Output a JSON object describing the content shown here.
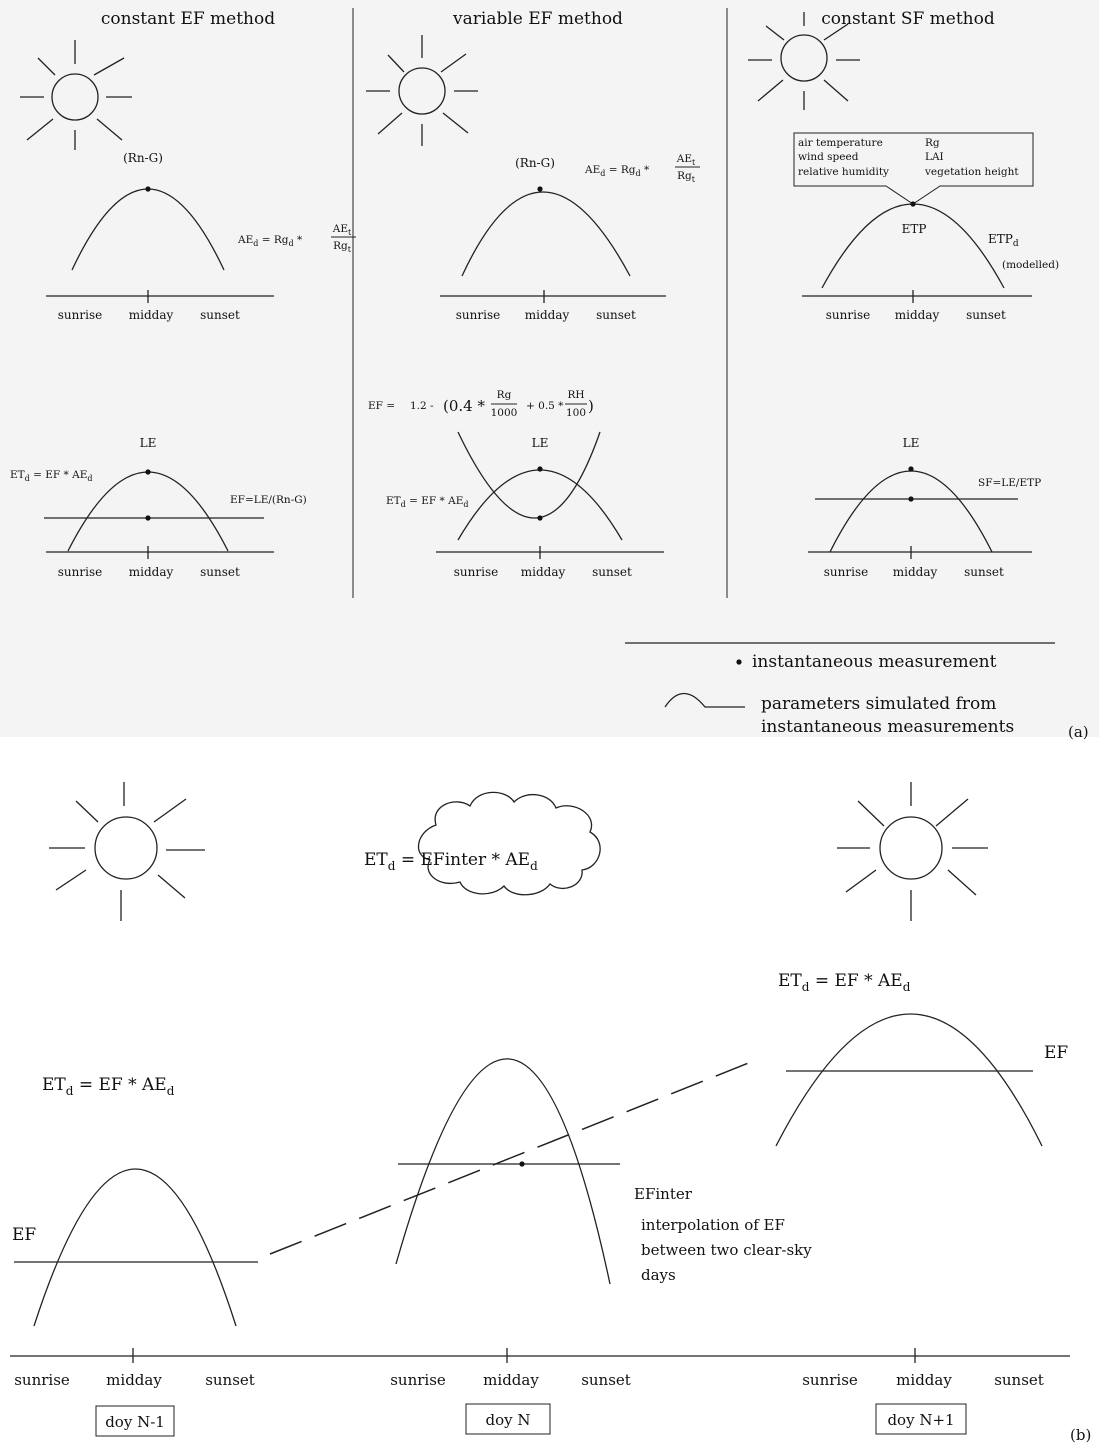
{
  "panel_a": {
    "tag": "(a)",
    "columns": [
      {
        "title": "constant EF method",
        "top_curve_label": "(Rn-G)",
        "ae_formula": {
          "lhs": "AE",
          "lhs_sub": "d",
          "eq": " = Rg",
          "eq_sub": "d",
          "star": " * ",
          "num": "AE",
          "num_sub": "t",
          "den": "Rg",
          "den_sub": "t"
        },
        "axis_labels": [
          "sunrise",
          "midday",
          "sunset"
        ],
        "bottom_curve_label": "LE",
        "et_formula": {
          "lhs": "ET",
          "lhs_sub": "d",
          "rhs": " = EF * AE",
          "rhs_sub": "d"
        },
        "side_label": "EF=LE/(Rn-G)"
      },
      {
        "title": "variable EF method",
        "top_curve_label": "(Rn-G)",
        "ae_formula": {
          "lhs": "AE",
          "lhs_sub": "d",
          "eq": " = Rg",
          "eq_sub": "d",
          "star": " * ",
          "num": "AE",
          "num_sub": "t",
          "den": "Rg",
          "den_sub": "t"
        },
        "axis_labels": [
          "sunrise",
          "midday",
          "sunset"
        ],
        "ef_formula": {
          "lhs": "EF =",
          "c": "1.2 -",
          "p1": "(0.4 *",
          "f1_num": "Rg",
          "f1_den": "1000",
          "plus": "+ 0.5 *",
          "f2_num": "RH",
          "f2_den": "100",
          "close": ")"
        },
        "bottom_curve_label": "LE",
        "et_formula": {
          "lhs": "ET",
          "lhs_sub": "d",
          "rhs": " = EF * AE",
          "rhs_sub": "d"
        }
      },
      {
        "title": "constant SF method",
        "inputs_box": [
          "air temperature",
          "wind speed",
          "relative humidity",
          "Rg",
          "LAI",
          "vegetation height"
        ],
        "top_curve_label": "ETP",
        "etp_d": {
          "main": "ETP",
          "sub": "d"
        },
        "modelled": "(modelled)",
        "axis_labels": [
          "sunrise",
          "midday",
          "sunset"
        ],
        "bottom_curve_label": "LE",
        "side_label": "SF=LE/ETP"
      }
    ],
    "legend": {
      "dot_text": "instantaneous measurement",
      "curve_text_1": "parameters simulated from",
      "curve_text_2": "instantaneous measurements"
    }
  },
  "panel_b": {
    "tag": "(b)",
    "days": [
      {
        "label": "doy N-1",
        "axis_labels": [
          "sunrise",
          "midday",
          "sunset"
        ],
        "formula": {
          "lhs": "ET",
          "lhs_sub": "d",
          "rhs": " = EF * AE",
          "rhs_sub": "d"
        },
        "side_label": "EF"
      },
      {
        "label": "doy N",
        "axis_labels": [
          "sunrise",
          "midday",
          "sunset"
        ],
        "formula": {
          "lhs": "ET",
          "lhs_sub": "d",
          "rhs": " = EFinter * AE",
          "rhs_sub": "d"
        }
      },
      {
        "label": "doy N+1",
        "axis_labels": [
          "sunrise",
          "midday",
          "sunset"
        ],
        "formula": {
          "lhs": "ET",
          "lhs_sub": "d",
          "rhs": " = EF * AE",
          "rhs_sub": "d"
        },
        "side_label": "EF"
      }
    ],
    "efinter_label": "EFinter",
    "interp_lines": [
      "interpolation of EF",
      "between two clear-sky",
      "days"
    ]
  }
}
